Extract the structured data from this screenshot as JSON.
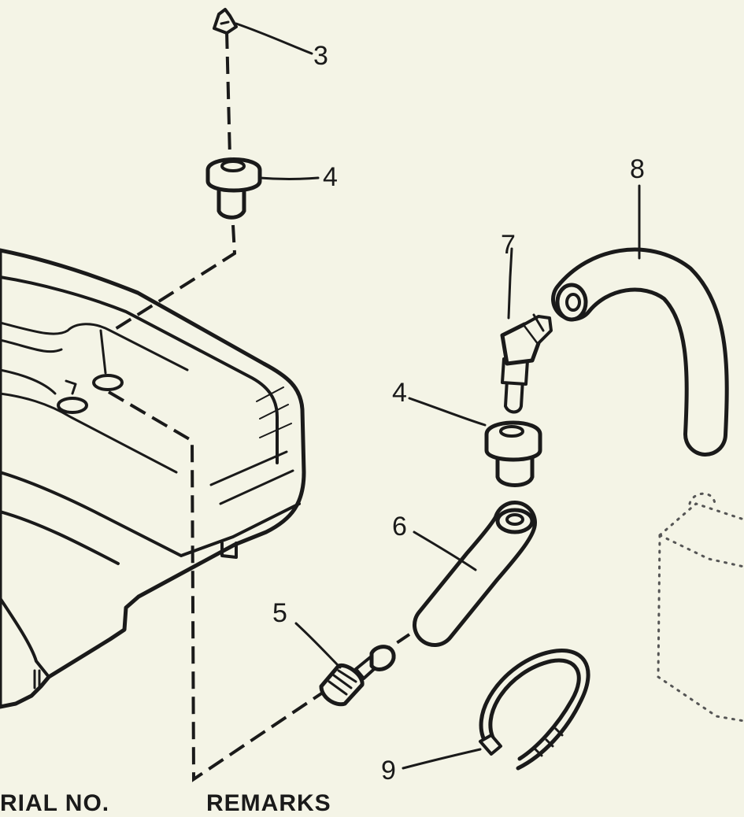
{
  "callouts": {
    "c3": "3",
    "c4_top": "4",
    "c4_mid": "4",
    "c5": "5",
    "c6": "6",
    "c7": "7",
    "c8": "8",
    "c9": "9"
  },
  "footer": {
    "serial_no": "RIAL NO.",
    "remarks": "REMARKS"
  }
}
